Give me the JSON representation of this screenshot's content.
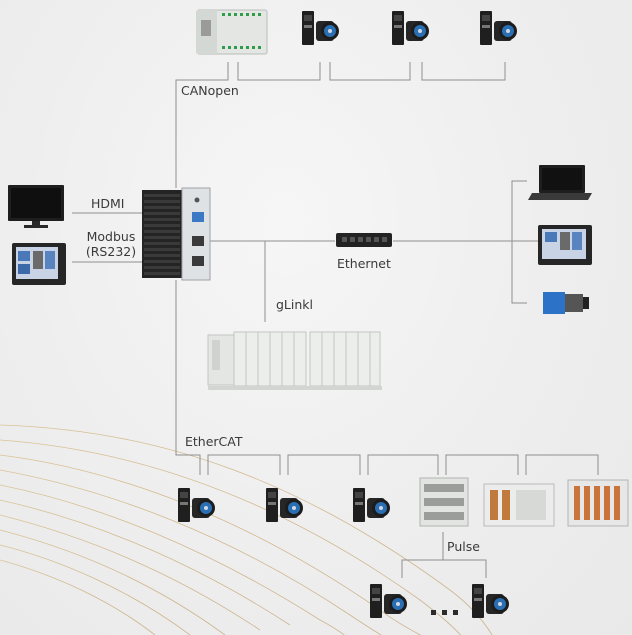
{
  "labels": {
    "canopen": "CANopen",
    "hdmi": "HDMI",
    "modbus_line1": "Modbus",
    "modbus_line2": "(RS232)",
    "ethernet": "Ethernet",
    "glink": "gLinkl",
    "ethercat": "EtherCAT",
    "pulse": "Pulse"
  },
  "colors": {
    "line": "#8f8f8f",
    "device_dark": "#2a2a2a",
    "motor_blue": "#2a6fb3",
    "wave_gold": "#c9a46a"
  }
}
